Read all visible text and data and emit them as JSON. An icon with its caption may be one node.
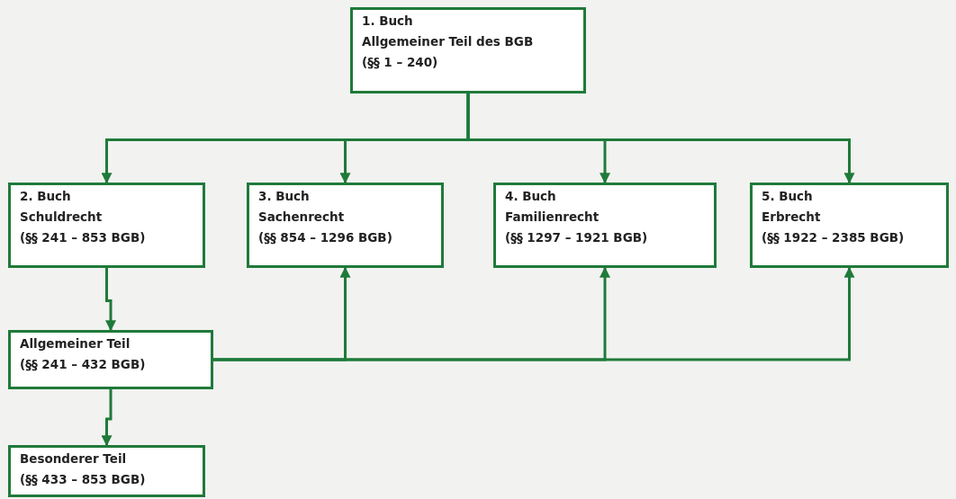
{
  "diagram": {
    "nodes": [
      {
        "text": [
          "1. Buch",
          "Allgemeiner Teil des BGB",
          "(§§ 1 – 240)"
        ]
      },
      {
        "text": [
          "2. Buch",
          "Schuldrecht",
          "(§§ 241 – 853 BGB)"
        ]
      },
      {
        "text": [
          "3. Buch",
          "Sachenrecht",
          "(§§ 854 – 1296 BGB)"
        ]
      },
      {
        "text": [
          "4. Buch",
          "Familienrecht",
          "(§§ 1297 – 1921 BGB)"
        ]
      },
      {
        "text": [
          "5. Buch",
          "Erbrecht",
          "(§§ 1922 – 2385 BGB)"
        ]
      },
      {
        "text": [
          "Allgemeiner Teil",
          "(§§ 241 – 432 BGB)"
        ]
      },
      {
        "text": [
          "Besonderer Teil",
          "(§§ 433 – 853 BGB)"
        ]
      }
    ],
    "edges": [
      {
        "from": 0,
        "to": 1,
        "arrow": "to"
      },
      {
        "from": 0,
        "to": 2,
        "arrow": "to"
      },
      {
        "from": 0,
        "to": 3,
        "arrow": "to"
      },
      {
        "from": 0,
        "to": 4,
        "arrow": "to"
      },
      {
        "from": 1,
        "to": 5,
        "arrow": "to"
      },
      {
        "from": 5,
        "to": 2,
        "arrow": "to"
      },
      {
        "from": 5,
        "to": 3,
        "arrow": "to"
      },
      {
        "from": 5,
        "to": 4,
        "arrow": "to"
      },
      {
        "from": 5,
        "to": 6,
        "arrow": "to"
      }
    ]
  }
}
